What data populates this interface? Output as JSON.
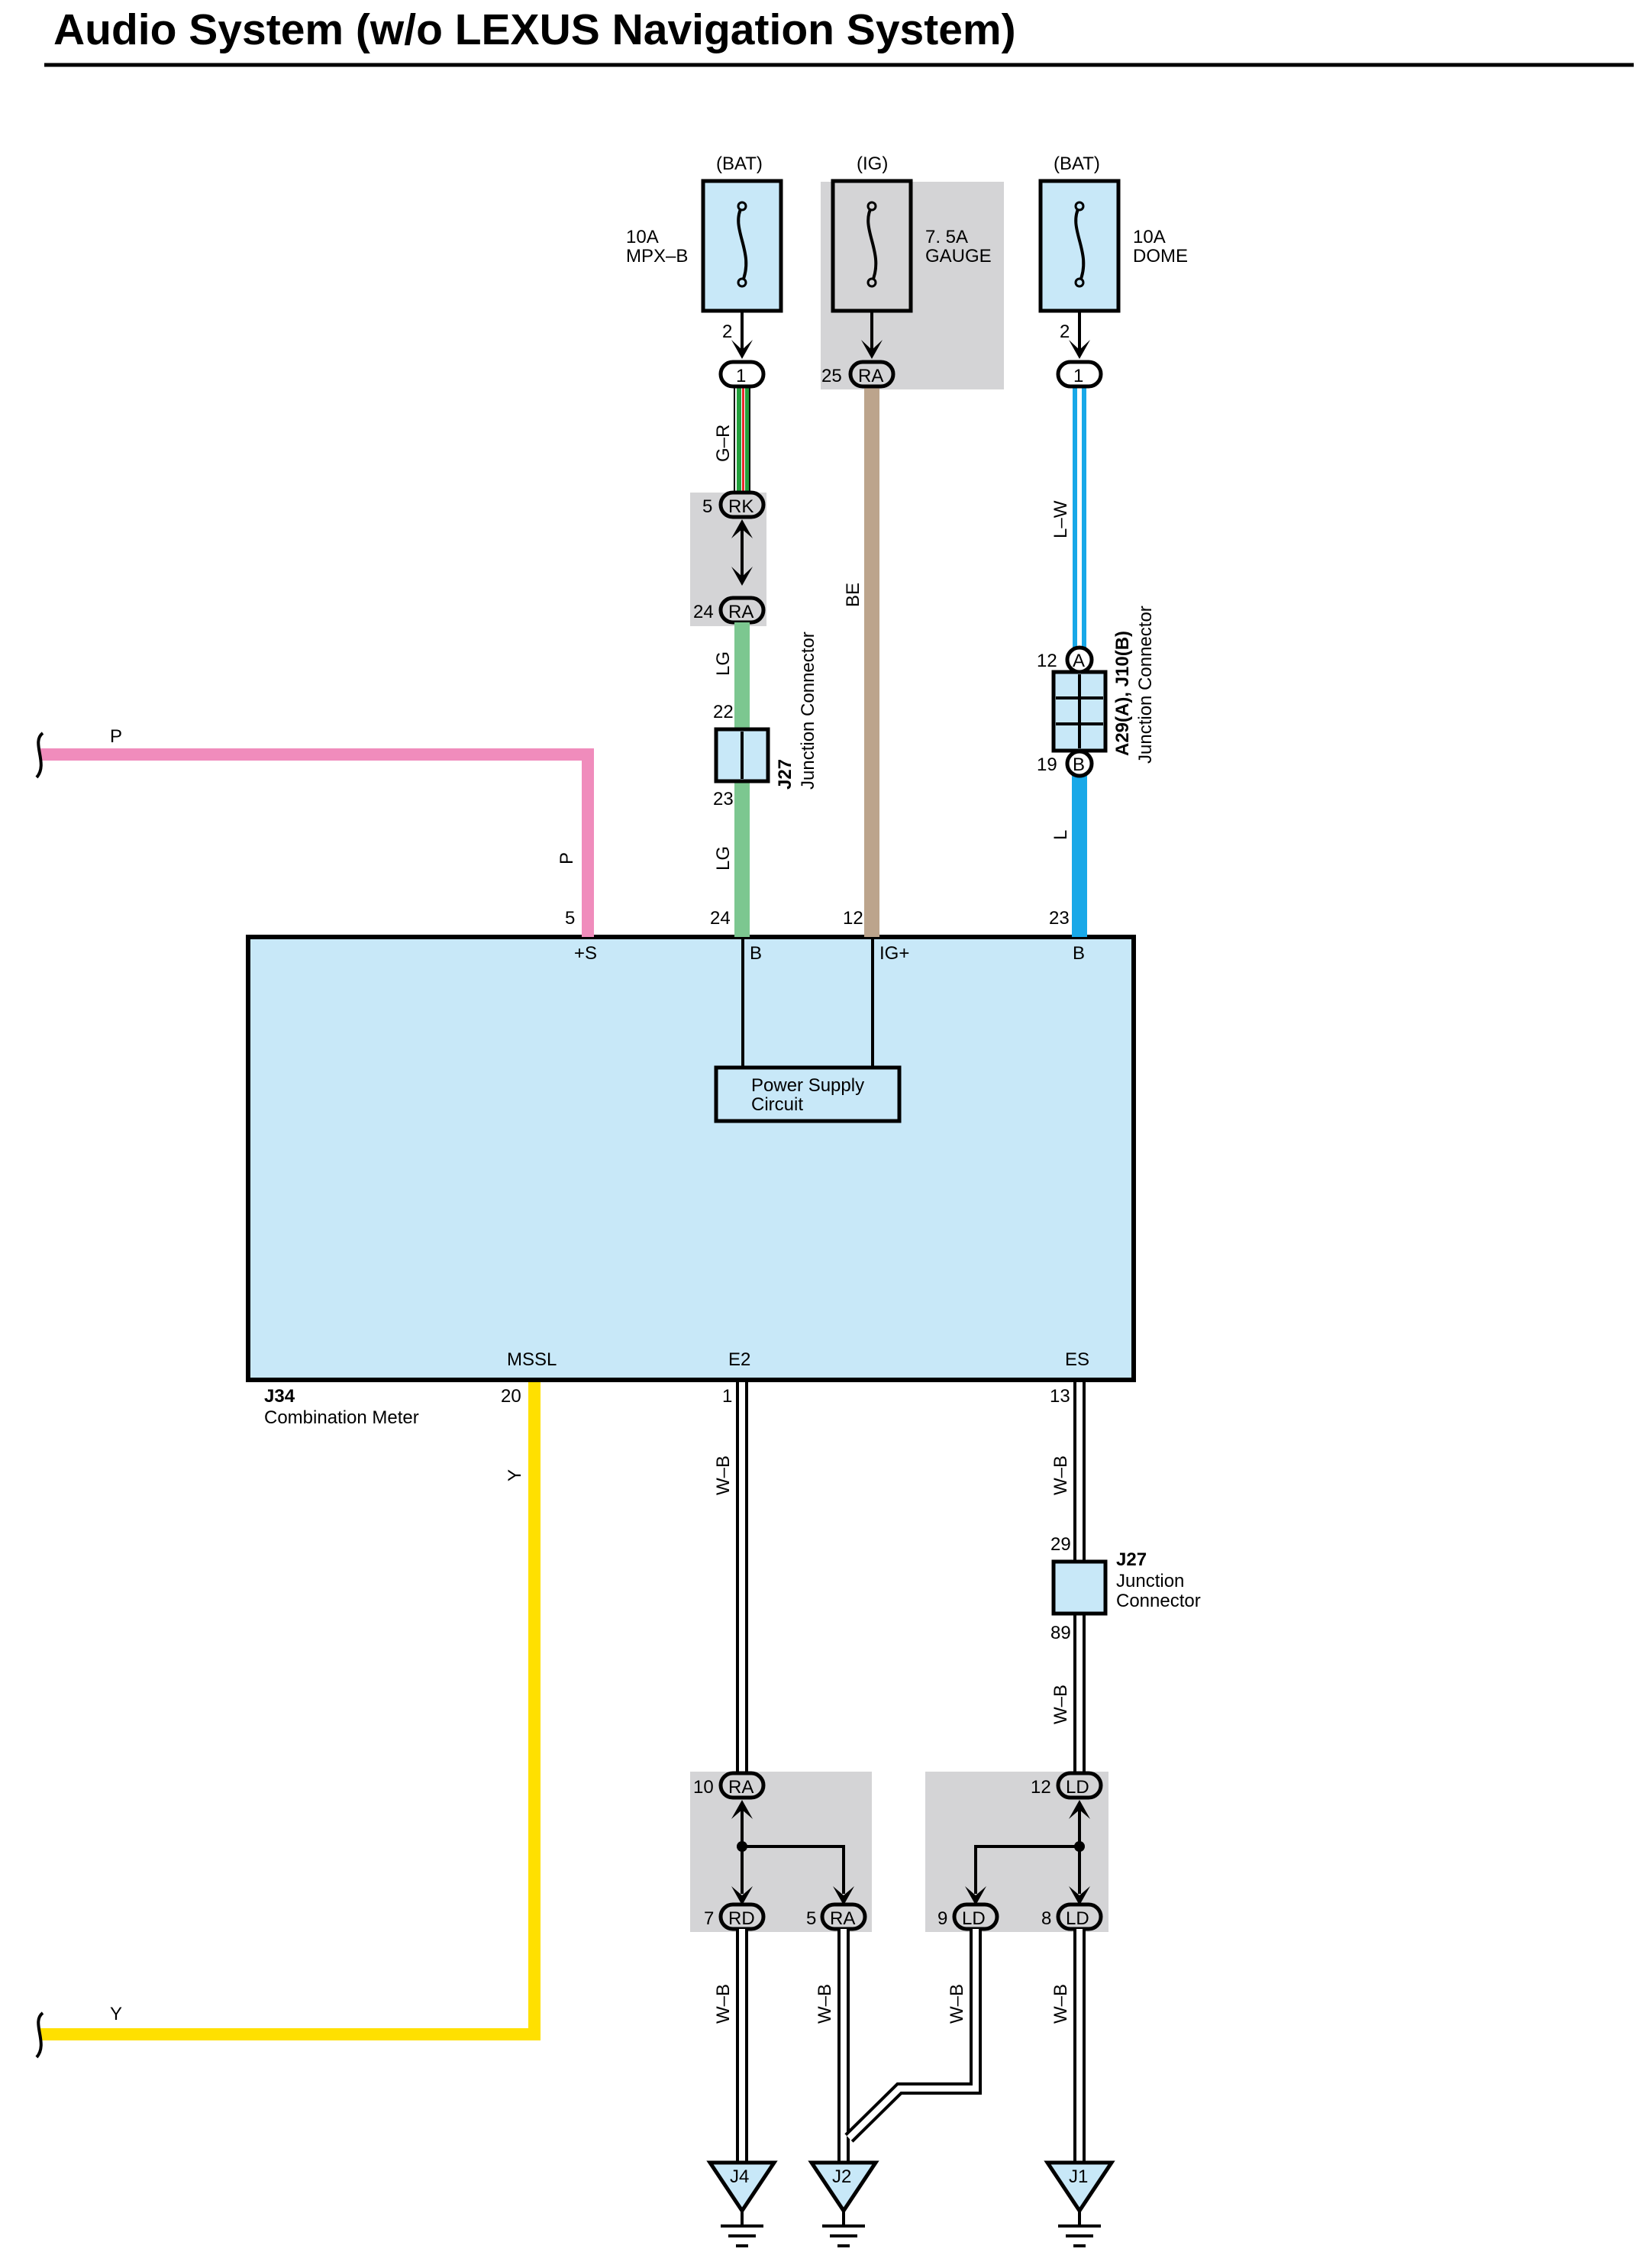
{
  "title": "Audio System (w/o LEXUS Navigation System)",
  "colors": {
    "pink": "#f08cbc",
    "yellow": "#ffe000",
    "light_green": "#7cc790",
    "beige": "#bca48c",
    "light_blue": "#18a8e8",
    "component_fill": "#c8e8f8",
    "gray_box": "#d4d4d6",
    "wire_gr_green": "#22a03c",
    "wire_gr_red": "#e8282c"
  },
  "fuses": [
    {
      "source": "(BAT)",
      "rating": "10A",
      "name": "MPX–B",
      "pin": "2",
      "conn_pin": "1"
    },
    {
      "source": "(IG)",
      "rating": "7. 5A",
      "name": "GAUGE",
      "conn_num": "25",
      "conn_pin": "RA"
    },
    {
      "source": "(BAT)",
      "rating": "10A",
      "name": "DOME",
      "pin": "2",
      "conn_pin": "1"
    }
  ],
  "wires": {
    "g_r": "G–R",
    "lg_top": "LG",
    "lg_bottom": "LG",
    "be": "BE",
    "l_w": "L–W",
    "l": "L",
    "p_left": "P",
    "p_vert": "P",
    "y_vert": "Y",
    "y_left": "Y",
    "wb_e2": "W–B",
    "wb_es_top": "W–B",
    "wb_es_mid": "W–B",
    "wb_g1": "W–B",
    "wb_g2": "W–B",
    "wb_g3": "W–B",
    "wb_g4": "W–B"
  },
  "connectors": {
    "rk": {
      "num": "5",
      "label": "RK"
    },
    "ra_24": {
      "num": "24",
      "label": "RA"
    },
    "j27_top": {
      "code": "J27",
      "name": "Junction Connector",
      "pin_top": "22",
      "pin_bottom": "23"
    },
    "a29": {
      "code": "A29(A), J10(B)",
      "name": "Junction Connector",
      "pin_top": "12",
      "top_label": "A",
      "pin_bottom": "19",
      "bottom_label": "B"
    },
    "j27_bottom": {
      "code": "J27",
      "name_line1": "Junction",
      "name_line2": "Connector",
      "pin_top": "29",
      "pin_bottom": "89"
    },
    "ra_10": {
      "num": "10",
      "label": "RA"
    },
    "rd_7": {
      "num": "7",
      "label": "RD"
    },
    "ra_5": {
      "num": "5",
      "label": "RA"
    },
    "ld_12": {
      "num": "12",
      "label": "LD"
    },
    "ld_9": {
      "num": "9",
      "label": "LD"
    },
    "ld_8": {
      "num": "8",
      "label": "LD"
    }
  },
  "meter": {
    "code": "J34",
    "name": "Combination Meter",
    "terminals_top": [
      {
        "pin": "5",
        "name": "+S"
      },
      {
        "pin": "24",
        "name": "B"
      },
      {
        "pin": "12",
        "name": "IG+"
      },
      {
        "pin": "23",
        "name": "B"
      }
    ],
    "terminals_bottom": [
      {
        "pin": "20",
        "name": "MSSL"
      },
      {
        "pin": "1",
        "name": "E2"
      },
      {
        "pin": "13",
        "name": "ES"
      }
    ],
    "power_supply_line1": "Power Supply",
    "power_supply_line2": "Circuit"
  },
  "grounds": [
    "J4",
    "J2",
    "J1"
  ]
}
